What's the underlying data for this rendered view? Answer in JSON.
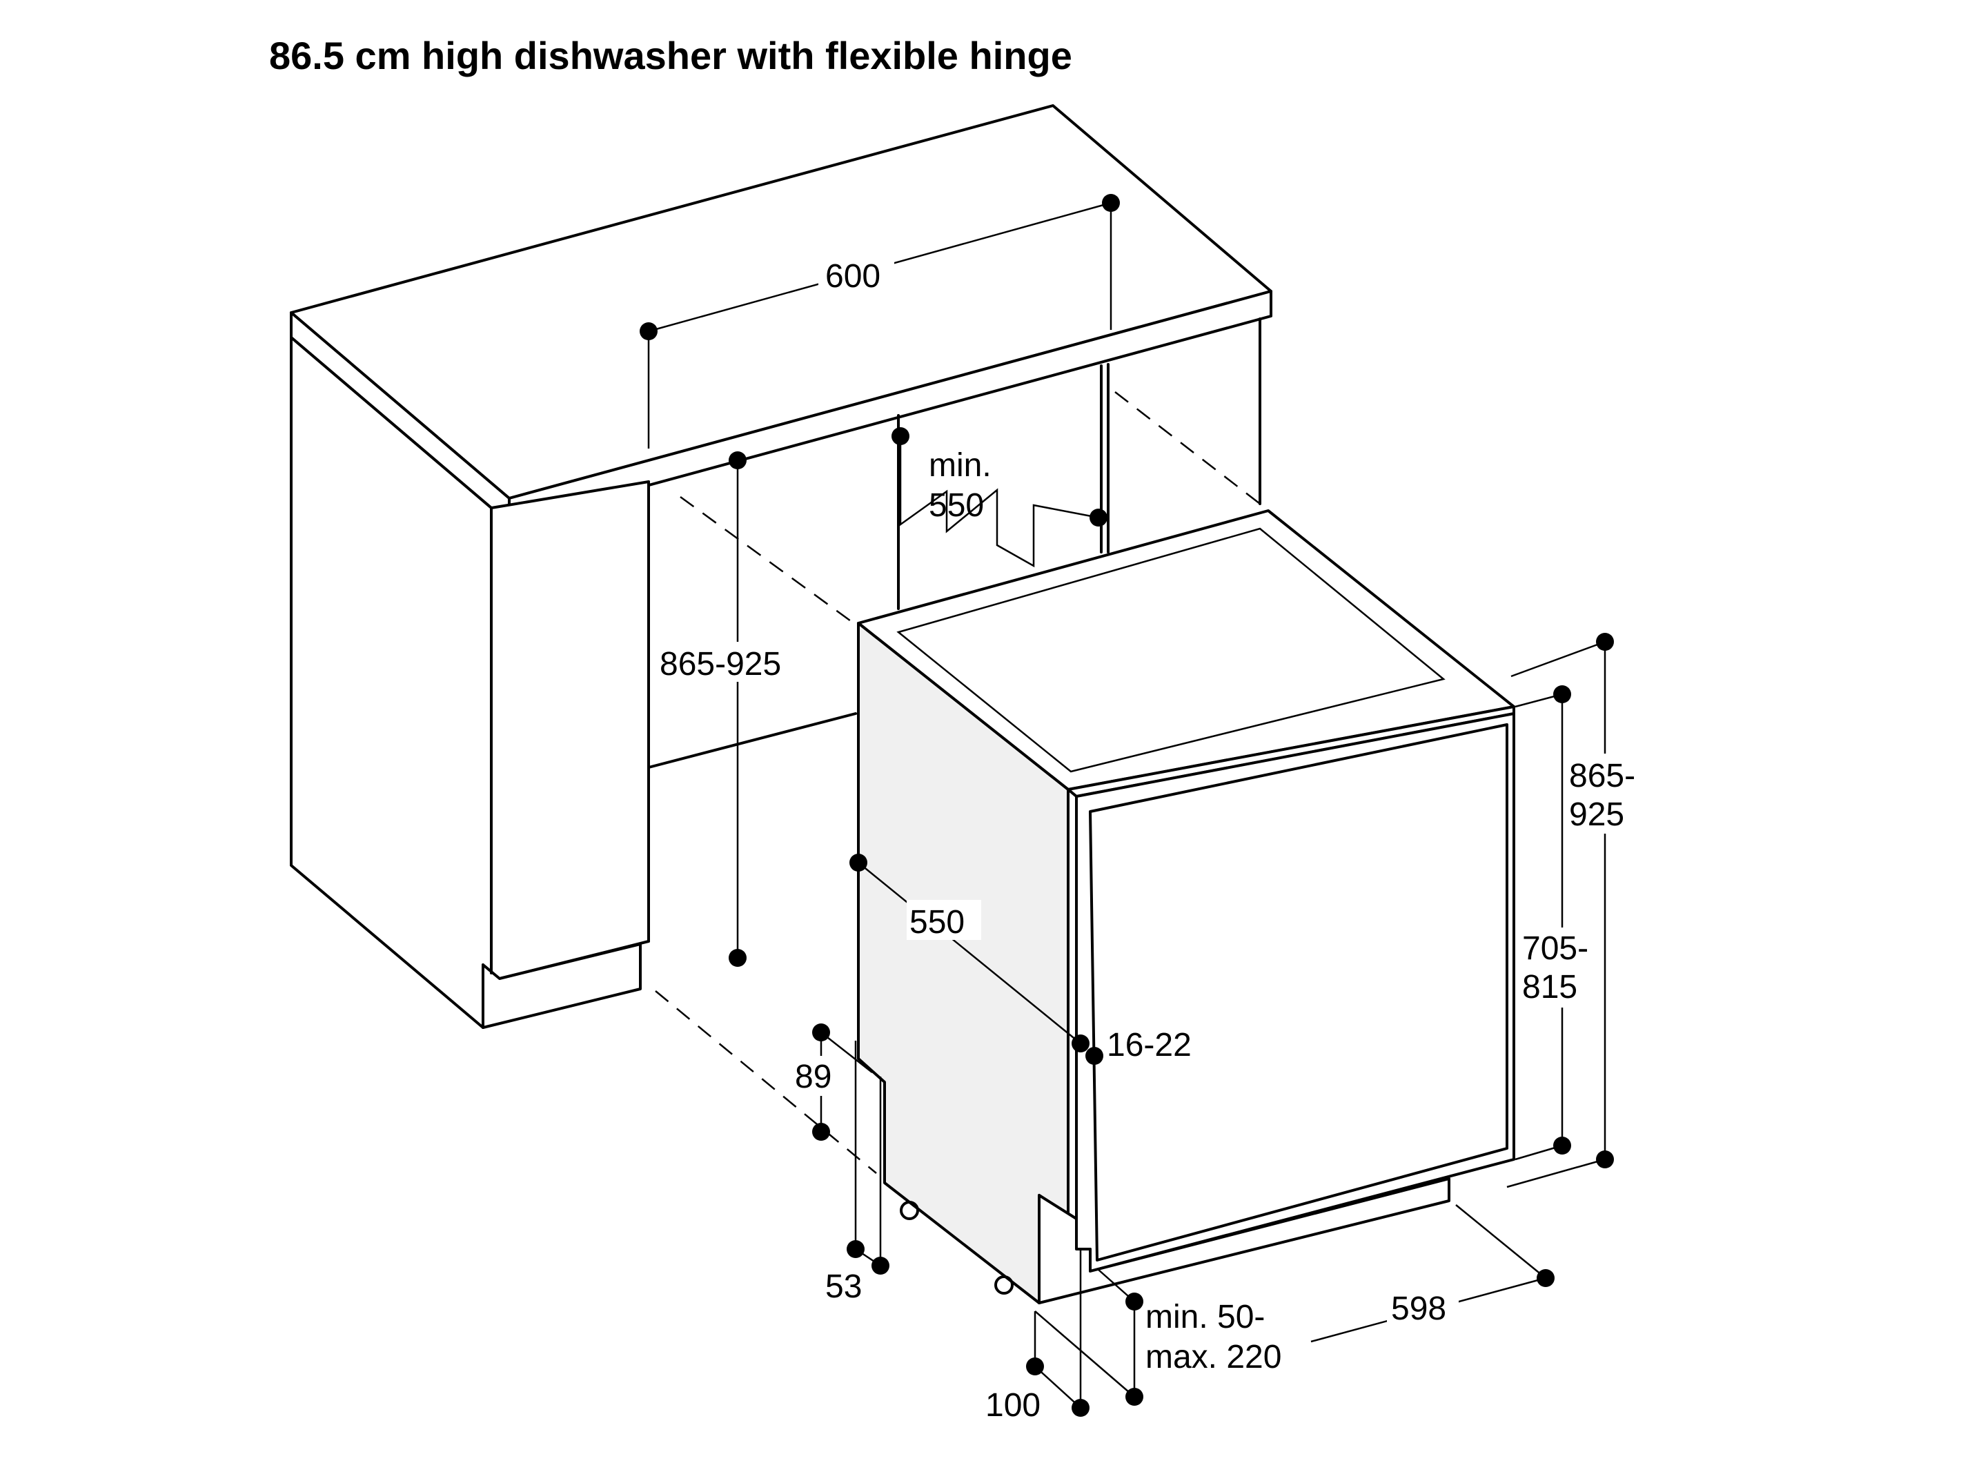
{
  "title": "86.5 cm high dishwasher with flexible hinge",
  "dimensions": {
    "cabinet_width": "600",
    "cabinet_height": "865-925",
    "min_depth_line1": "min.",
    "min_depth_line2": "550",
    "depth": "550",
    "hinge_gap": "16-22",
    "total_height_line1": "865-",
    "total_height_line2": "925",
    "door_height_line1": "705-",
    "door_height_line2": "815",
    "plinth_89": "89",
    "plinth_53": "53",
    "plinth_100": "100",
    "plinth_range_line1": "min. 50-",
    "plinth_range_line2": "max. 220",
    "appliance_width": "598"
  }
}
